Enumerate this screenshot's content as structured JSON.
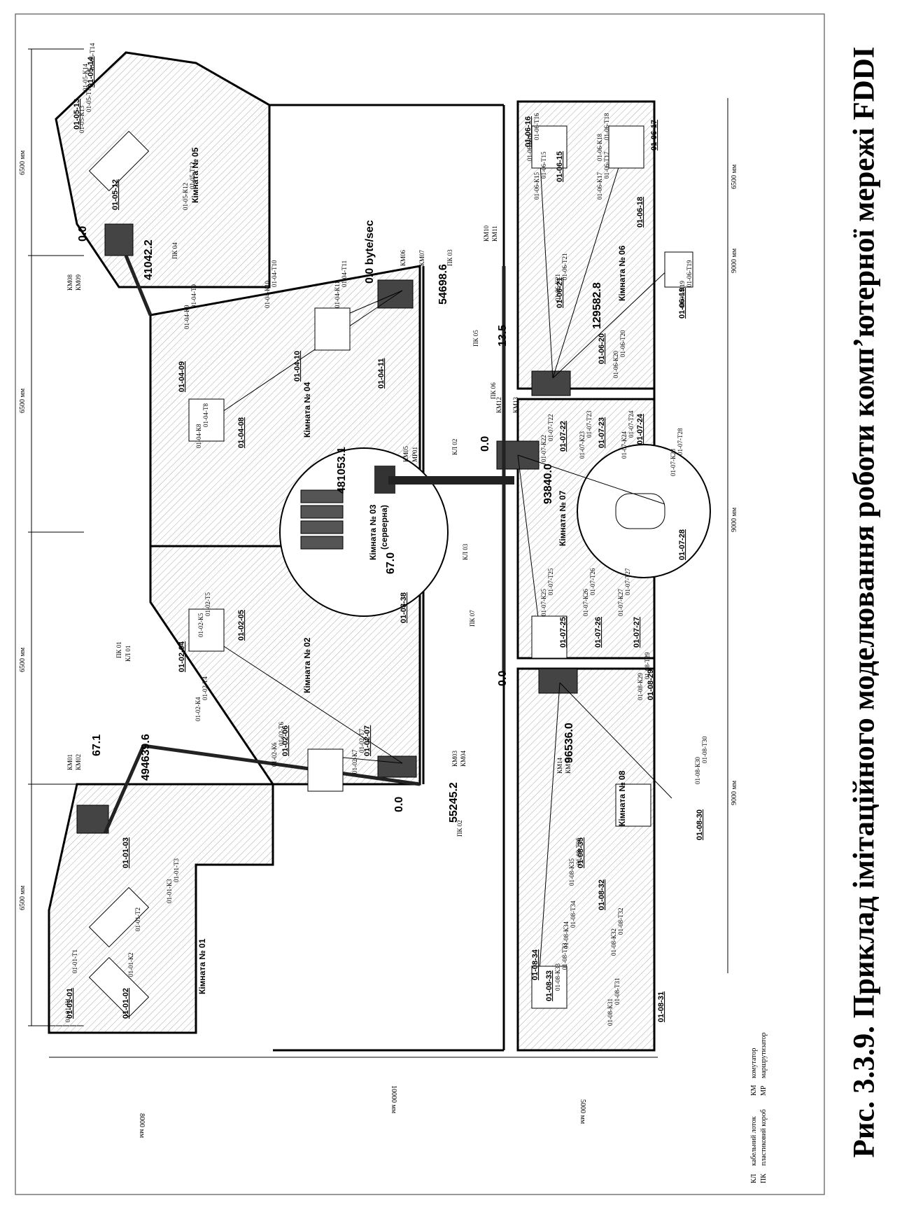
{
  "figure": {
    "caption": "Рис. 3.3.9. Приклад імітаційного моделювання роботи комп’ютерної мережі FDDI"
  },
  "rooms": [
    {
      "name": "Кімната № 01"
    },
    {
      "name": "Кімната № 02"
    },
    {
      "name": "Кімната № 03",
      "sub": "(серверна)"
    },
    {
      "name": "Кімната № 04"
    },
    {
      "name": "Кімната № 05"
    },
    {
      "name": "Кімната № 06"
    },
    {
      "name": "Кімната № 07"
    },
    {
      "name": "Кімната № 08"
    }
  ],
  "measurements": [
    "494639.6",
    "67.1",
    "0.0",
    "55245.2",
    "481053.1",
    "67.0",
    "41042.2",
    "0.0",
    "0.0 byte/sec",
    "54698.6",
    "0.0",
    "13.5",
    "129582.8",
    "93840.0",
    "0.0",
    "96536.0"
  ],
  "workstations": [
    "01-01-01",
    "01-01-02",
    "01-01-03",
    "01-02-04",
    "01-02-05",
    "01-02-06",
    "01-02-07",
    "01-03-38",
    "01-04-08",
    "01-04-09",
    "01-04-10",
    "01-04-11",
    "01-05-12",
    "01-05-13",
    "01-05-14",
    "01-06-15",
    "01-06-16",
    "01-06-17",
    "01-06-18",
    "01-06-19",
    "01-06-20",
    "01-06-21",
    "01-07-22",
    "01-07-23",
    "01-07-24",
    "01-07-25",
    "01-07-26",
    "01-07-27",
    "01-07-28",
    "01-08-29",
    "01-08-30",
    "01-08-31",
    "01-08-32",
    "01-08-33",
    "01-08-34",
    "01-08-35"
  ],
  "device_labels": [
    "КМ01",
    "КМ02",
    "КМ03",
    "КМ04",
    "КМ05",
    "КМ06",
    "КМ07",
    "КМ08",
    "КМ09",
    "КМ10",
    "КМ11",
    "КМ12",
    "КМ13",
    "КМ14",
    "КМ15",
    "МР01",
    "ПК 01",
    "ПК 02",
    "ПК 03",
    "ПК 04",
    "ПК 05",
    "ПК 06",
    "ПК 07",
    "КЛ 01",
    "КЛ 02",
    "КЛ 03"
  ],
  "socket_labels": [
    "01-01-К1",
    "01-01-Т1",
    "01-01-К2",
    "01-01-Т2",
    "01-01-К3",
    "01-01-Т3",
    "01-02-К4",
    "01-02-Т4",
    "01-02-К5",
    "01-02-Т5",
    "01-02-К6",
    "01-02-Т6",
    "01-02-К7",
    "01-02-Т7",
    "01-04-К8",
    "01-04-Т8",
    "01-04-К9",
    "01-04-Т9",
    "01-04-К10",
    "01-04-Т10",
    "01-04-К11",
    "01-04-Т11",
    "01-05-К12",
    "01-05-Т12",
    "01-05-К13",
    "01-05-Т13",
    "01-05-К14",
    "01-05-Т14",
    "01-06-К15",
    "01-06-Т15",
    "01-06-К16",
    "01-06-Т16",
    "01-06-К17",
    "01-06-Т17",
    "01-06-К18",
    "01-06-Т18",
    "01-06-К19",
    "01-06-Т19",
    "01-06-К20",
    "01-06-Т20",
    "01-06-К21",
    "01-06-Т21",
    "01-07-К22",
    "01-07-Т22",
    "01-07-К23",
    "01-07-Т23",
    "01-07-К24",
    "01-07-Т24",
    "01-07-К25",
    "01-07-Т25",
    "01-07-К26",
    "01-07-Т26",
    "01-07-К27",
    "01-07-Т27",
    "01-07-К28",
    "01-07-Т28",
    "01-08-К29",
    "01-08-Т29",
    "01-08-К30",
    "01-08-Т30",
    "01-08-К31",
    "01-08-Т31",
    "01-08-К32",
    "01-08-Т32",
    "01-08-К33",
    "01-08-Т33",
    "01-08-К34",
    "01-08-Т34",
    "01-08-К35",
    "01-08-Т35"
  ],
  "dimensions": [
    "6500 мм",
    "6500 мм",
    "6500 мм",
    "6500 мм",
    "6500 мм",
    "8000 мм",
    "10000 мм",
    "5000 мм",
    "9000 мм",
    "9000 мм",
    "9000 мм"
  ],
  "legend": [
    {
      "abbr": "КЛ",
      "text": "кабельний лоток"
    },
    {
      "abbr": "ПК",
      "text": "пластиковий короб"
    },
    {
      "abbr": "КМ",
      "text": "комутатор"
    },
    {
      "abbr": "МР",
      "text": "маршрутизатор"
    }
  ]
}
